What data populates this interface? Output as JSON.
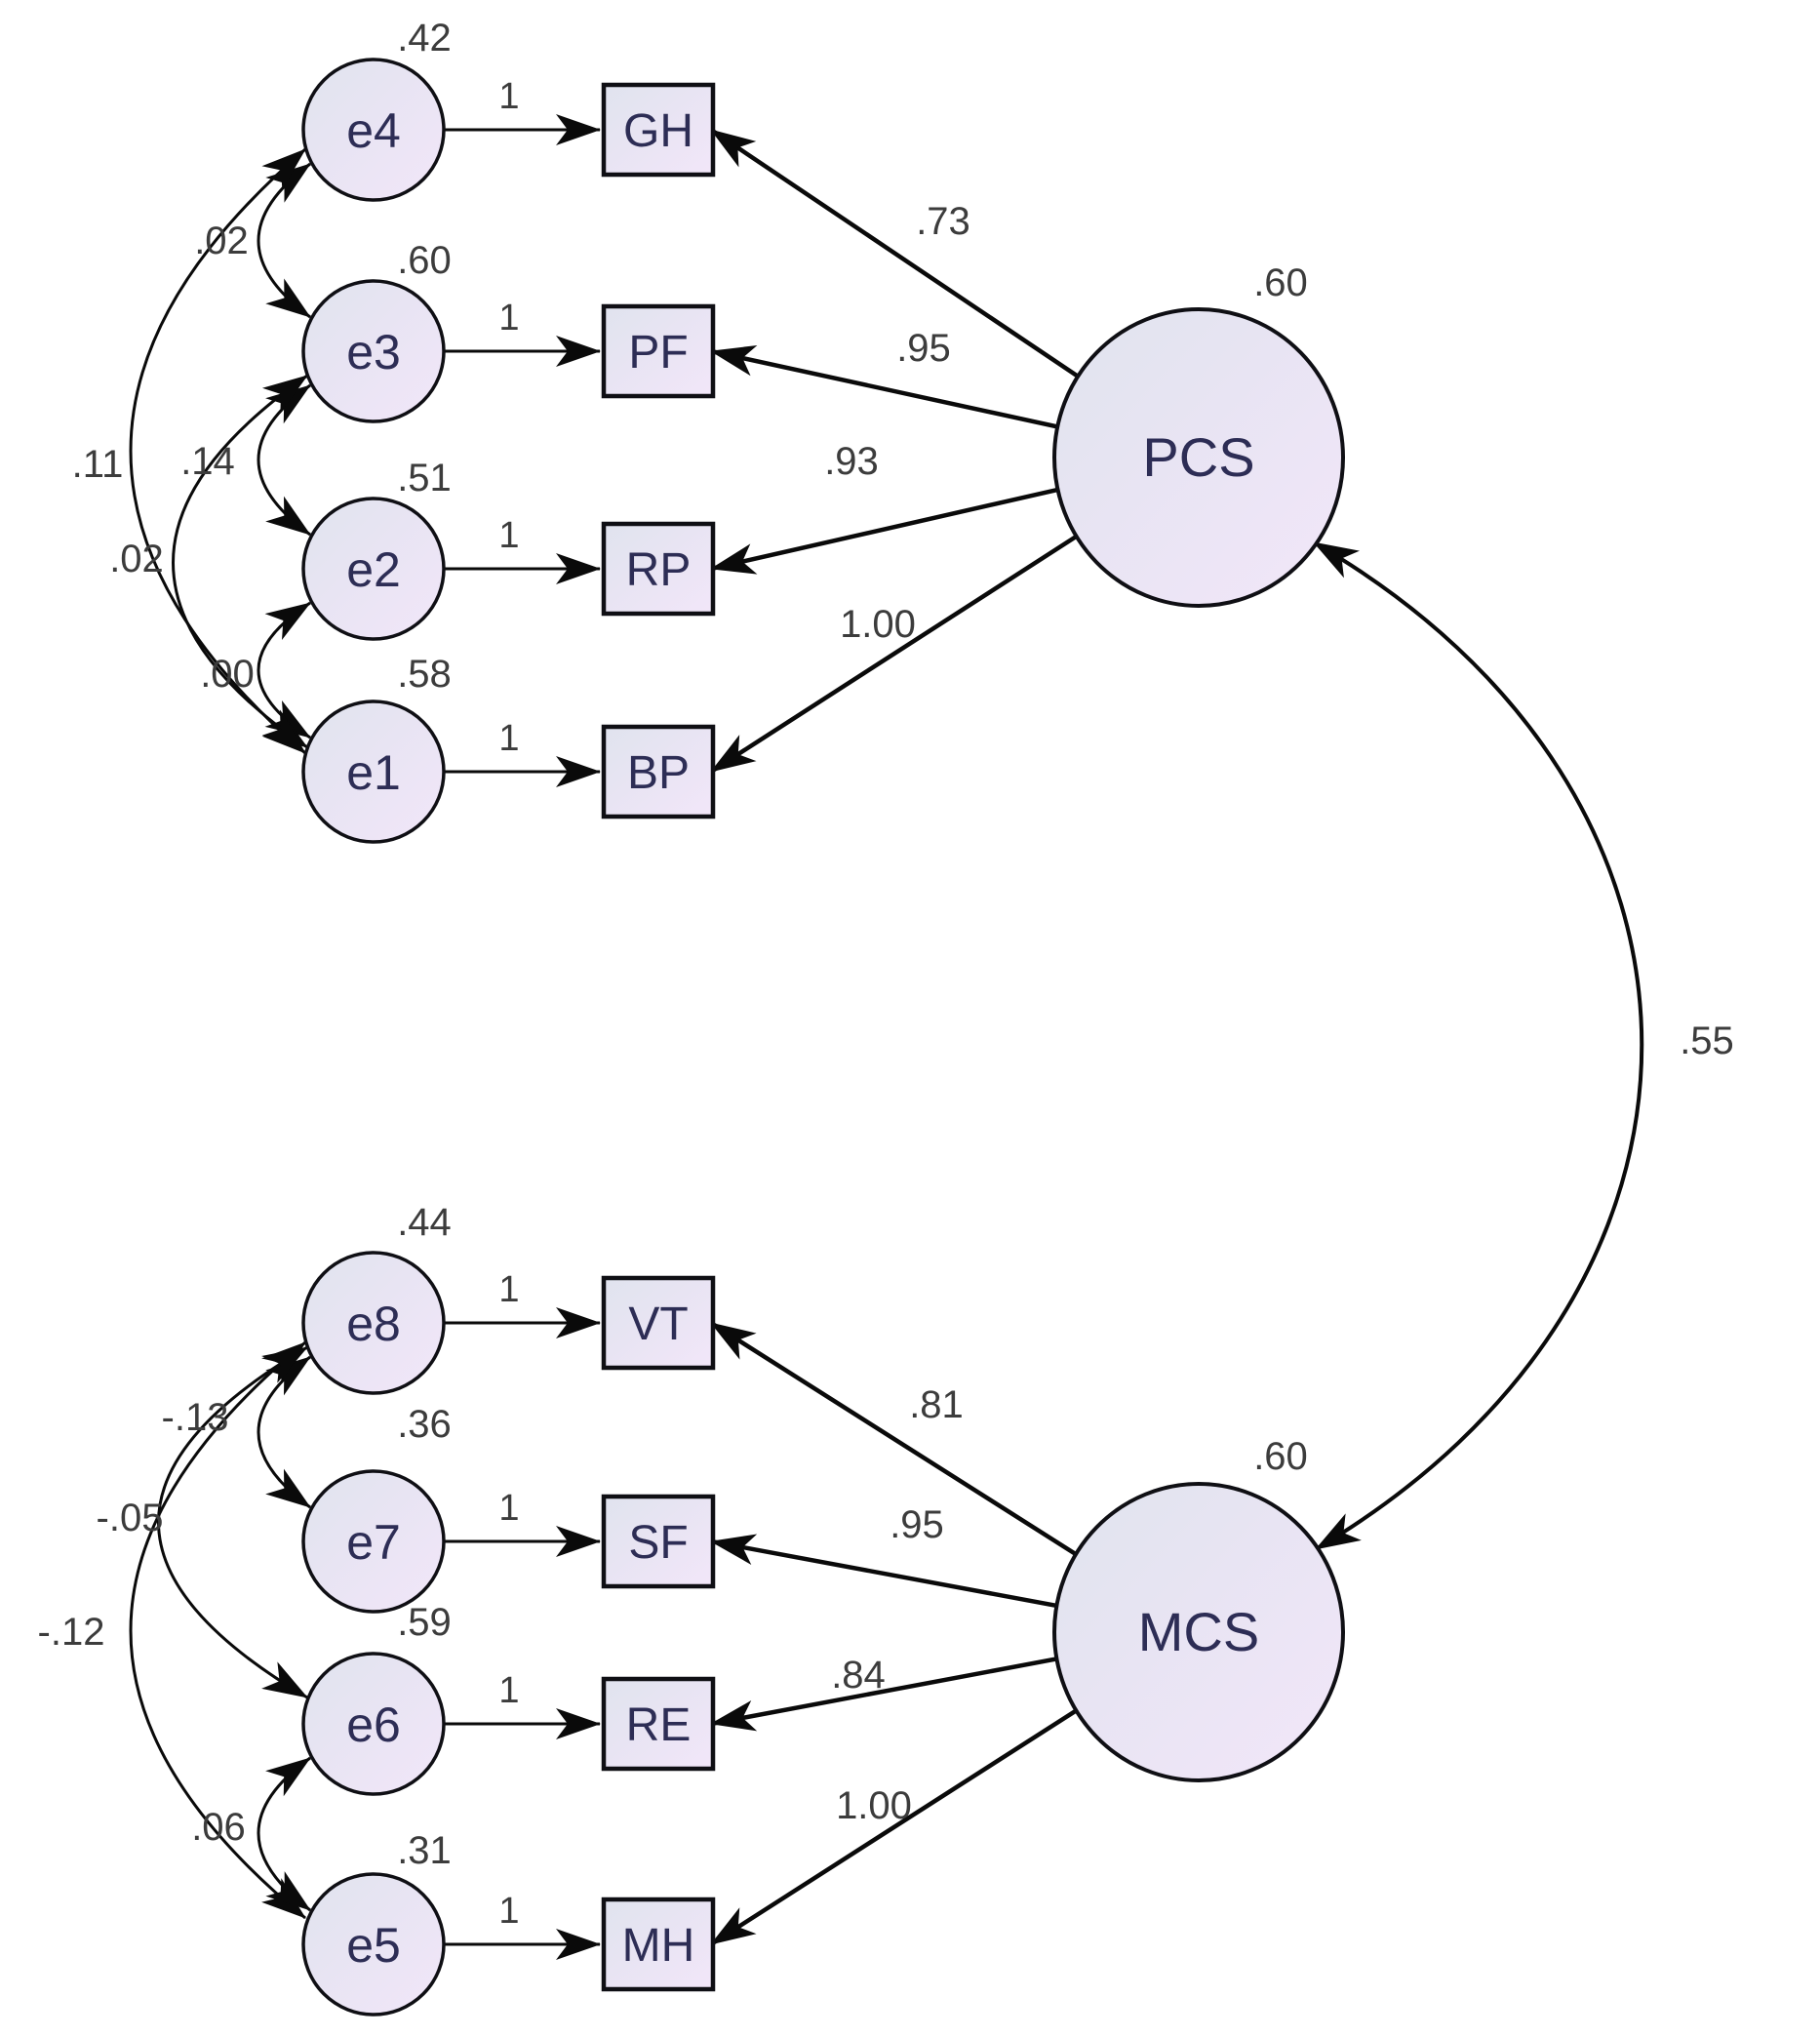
{
  "diagram_type": "structural-equation-model-path-diagram",
  "latent_correlation": {
    "between": "PCS and MCS",
    "value": ".55"
  },
  "pcs_model": {
    "latent": {
      "label": "PCS",
      "variance": ".60"
    },
    "indicators": [
      {
        "label": "GH",
        "loading": ".73"
      },
      {
        "label": "PF",
        "loading": ".95"
      },
      {
        "label": "RP",
        "loading": ".93"
      },
      {
        "label": "BP",
        "loading": "1.00"
      }
    ],
    "errors": [
      {
        "label": "e4",
        "variance": ".42",
        "weight": "1"
      },
      {
        "label": "e3",
        "variance": ".60",
        "weight": "1"
      },
      {
        "label": "e2",
        "variance": ".51",
        "weight": "1"
      },
      {
        "label": "e1",
        "variance": ".58",
        "weight": "1"
      }
    ],
    "error_covariances": [
      {
        "between": "e4 and e3",
        "value": ".02"
      },
      {
        "between": "e3 and e2",
        "value": ".14"
      },
      {
        "between": "e2 and e1",
        "value": ".00"
      },
      {
        "between": "e3 and e1",
        "value": ".02"
      },
      {
        "between": "e4 and e1",
        "value": ".11"
      }
    ]
  },
  "mcs_model": {
    "latent": {
      "label": "MCS",
      "variance": ".60"
    },
    "indicators": [
      {
        "label": "VT",
        "loading": ".81"
      },
      {
        "label": "SF",
        "loading": ".95"
      },
      {
        "label": "RE",
        "loading": ".84"
      },
      {
        "label": "MH",
        "loading": "1.00"
      }
    ],
    "errors": [
      {
        "label": "e8",
        "variance": ".44",
        "weight": "1"
      },
      {
        "label": "e7",
        "variance": ".36",
        "weight": "1"
      },
      {
        "label": "e6",
        "variance": ".59",
        "weight": "1"
      },
      {
        "label": "e5",
        "variance": ".31",
        "weight": "1"
      }
    ],
    "error_covariances": [
      {
        "between": "e8 and e7",
        "value": "-.13"
      },
      {
        "between": "e8 and e6",
        "value": "-.05"
      },
      {
        "between": "e8 and e5",
        "value": "-.12"
      },
      {
        "between": "e6 and e5",
        "value": ".06"
      }
    ]
  },
  "colors": {
    "background": "#ffffff",
    "node_fill_light": "#e1e3ef",
    "node_fill_pink": "#f2e6f9",
    "node_border": "#0f0f14",
    "edge_line": "#0a0a0a",
    "parameter_text": "#3c3c3c",
    "node_text": "#2d2d55"
  }
}
